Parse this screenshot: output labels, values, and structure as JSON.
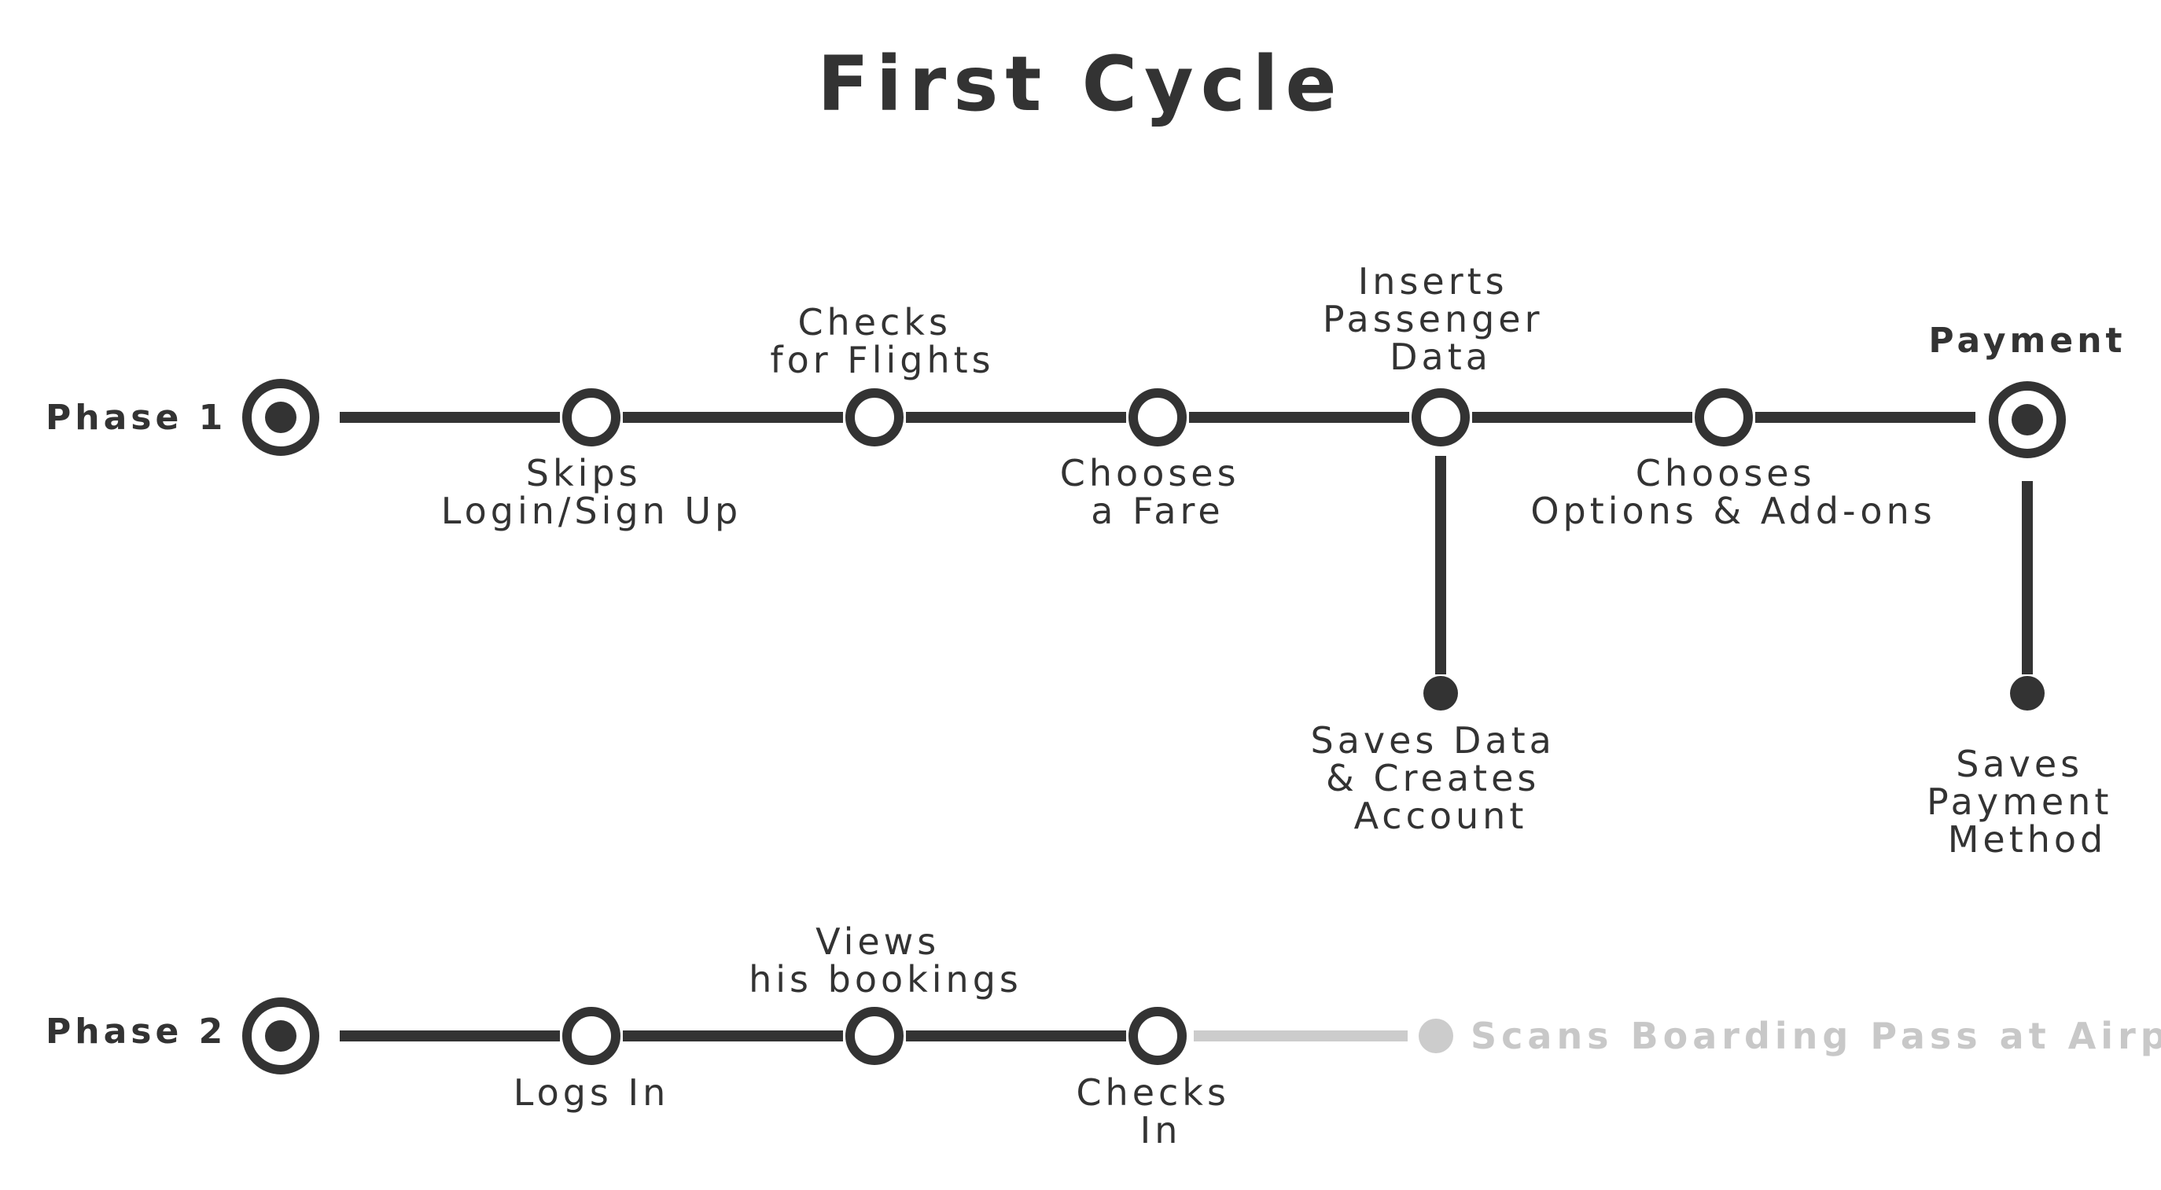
{
  "title": "First Cycle",
  "colors": {
    "ink": "#333333",
    "inactive": "#cccccc",
    "background": "#ffffff"
  },
  "phase1": {
    "label": "Phase 1",
    "steps": [
      [
        "Skips",
        "Login/Sign Up"
      ],
      [
        "Checks",
        "for Flights"
      ],
      [
        "Chooses",
        "a Fare"
      ],
      [
        "Inserts",
        "Passenger",
        "Data"
      ],
      [
        "Chooses",
        "Options & Add-ons"
      ]
    ],
    "end": "Payment",
    "branch_data": [
      "Saves Data",
      "& Creates",
      "Account"
    ],
    "branch_payment": [
      "Saves",
      "Payment",
      "Method"
    ]
  },
  "phase2": {
    "label": "Phase 2",
    "steps": [
      [
        "Logs In"
      ],
      [
        "Views",
        "his bookings"
      ],
      [
        "Checks",
        "In"
      ]
    ],
    "final": "Scans Boarding Pass at Airport"
  }
}
